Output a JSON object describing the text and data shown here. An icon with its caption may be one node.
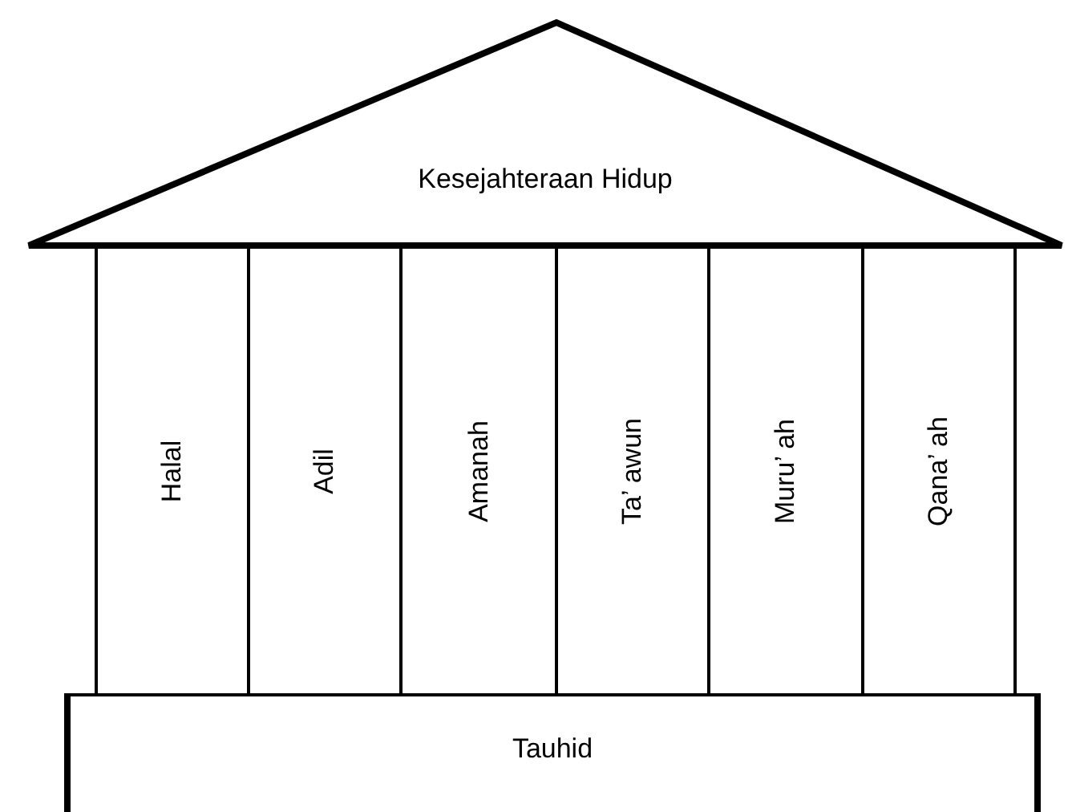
{
  "diagram": {
    "nodes": [
      {
        "text": [
          "Kesejahteraan Hidup"
        ]
      },
      {
        "text": [
          "Halal"
        ]
      },
      {
        "text": [
          "Adil"
        ]
      },
      {
        "text": [
          "Amanah"
        ]
      },
      {
        "text": [
          "Ta’ awun"
        ]
      },
      {
        "text": [
          "Muru’ ah"
        ]
      },
      {
        "text": [
          "Qana’ ah"
        ]
      },
      {
        "text": [
          "Tauhid"
        ]
      }
    ]
  }
}
